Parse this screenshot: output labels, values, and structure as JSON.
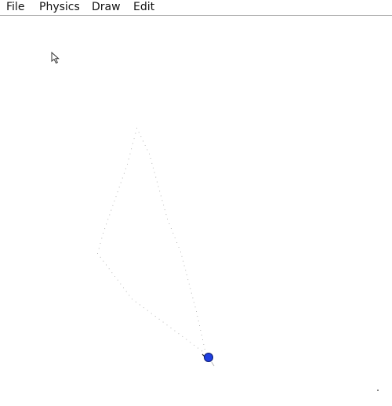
{
  "menu": {
    "items": [
      "File",
      "Physics",
      "Draw",
      "Edit"
    ]
  },
  "colors": {
    "ball": "#1f3fe0",
    "ball_outline": "#0a1a70",
    "trail": "#b8b8b8",
    "menu_border": "#9a9a9a"
  },
  "icons": {
    "cursor": "arrow-pointer-icon",
    "ball": "physics-ball"
  }
}
